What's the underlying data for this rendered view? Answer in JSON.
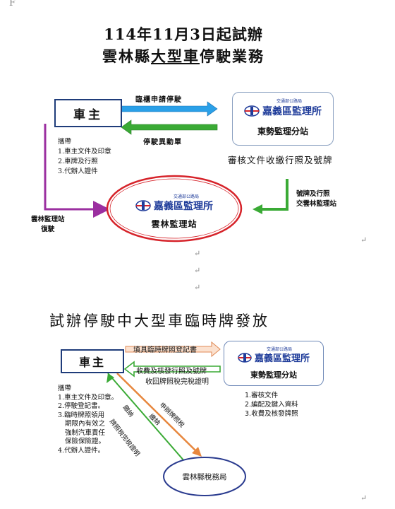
{
  "corner_mark": "F",
  "part1": {
    "title_line1": "114年11月3日起試辦",
    "title_line2_pre": "雲林縣",
    "title_line2_underlined": "大型車",
    "title_line2_post": "停駛業務",
    "owner_label": "車主",
    "office_top": {
      "agency": "交通部公路局",
      "name": "嘉義區監理所",
      "station": "東勢監理分站"
    },
    "arrow_apply": "臨櫃申請停駛",
    "arrow_return": "停駛異動單",
    "bring_title": "攜帶",
    "bring_items": [
      "1.車主文件及印章",
      "2.車牌及行照",
      "3.代辦人證件"
    ],
    "review_text": "審核文件收繳行照及號牌",
    "transfer_line1": "號牌及行照",
    "transfer_line2": "交雲林監理站",
    "resume_line1": "雲林監理站",
    "resume_line2": "復駛",
    "office_oval": {
      "agency": "交通部公路局",
      "name": "嘉義區監理所",
      "station": "雲林監理站"
    },
    "return_marks": [
      "↵",
      "↵",
      "↵",
      "↵"
    ]
  },
  "part2": {
    "title": "試辦停駛中大型車臨時牌發放",
    "owner_label": "車主",
    "office": {
      "agency": "交通部公路局",
      "name": "嘉義區監理所",
      "station": "東勢監理分站"
    },
    "arrow_form": "填具臨時牌照登記書",
    "arrow_fee": "收費及核發行照及號牌",
    "arrow_tax": "收回牌照稅完稅證明",
    "bring_title": "攜帶",
    "bring_items": [
      "1.車主文件及印章。",
      "2.停駛登記書。",
      "3.臨時牌照領用",
      "期限內有效之",
      "強制汽車責任",
      "保險保險證。",
      "4.代辦人證件。"
    ],
    "office_steps": [
      "1.審核文件",
      "2.編配及鍵入資料",
      "3.收費及核發牌照"
    ],
    "diag_green_1": "牌照稅完稅證明",
    "diag_green_2": "繳納",
    "diag_orange_1": "申辦牌照稅",
    "diag_orange_2": "繳納",
    "tax_office": "雲林縣稅務局",
    "end_mark": "↵"
  },
  "colors": {
    "blue_arrow": "#2aa0e8",
    "green_arrow": "#3aaa35",
    "purple_line": "#9b2fa0",
    "red_oval": "#d6232a",
    "navy": "#1f3c7a",
    "orange_arrow": "#f2b38a"
  }
}
